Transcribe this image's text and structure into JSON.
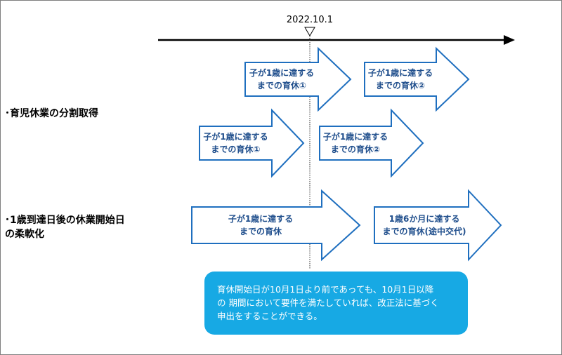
{
  "timeline": {
    "date_label": "2022.10.1"
  },
  "sections": [
    {
      "label": "･育児休業の分割取得"
    },
    {
      "label_line1": "･1歳到達日後の休業開始日",
      "label_line2": "の柔軟化"
    }
  ],
  "arrows": [
    {
      "line1": "子が1歳に達する",
      "line2": "までの育休①"
    },
    {
      "line1": "子が1歳に達する",
      "line2": "までの育休②"
    },
    {
      "line1": "子が1歳に達する",
      "line2": "までの育休①"
    },
    {
      "line1": "子が1歳に達する",
      "line2": "までの育休②"
    },
    {
      "line1": "子が1歳に達する",
      "line2": "までの育休"
    },
    {
      "line1": "1歳6か月に達する",
      "line2": "までの育休(途中交代)"
    }
  ],
  "note": {
    "line1": "育休開始日が10月1日より前であっても、10月1日以降",
    "line2": "の 期間において要件を満たしていれば、改正法に基づく",
    "line3": "申出をすることができる。"
  },
  "colors": {
    "arrow_stroke": "#1f6fbf",
    "arrow_text": "#1f4e8c",
    "note_bg": "#17a9e4",
    "note_text": "#ffffff"
  }
}
